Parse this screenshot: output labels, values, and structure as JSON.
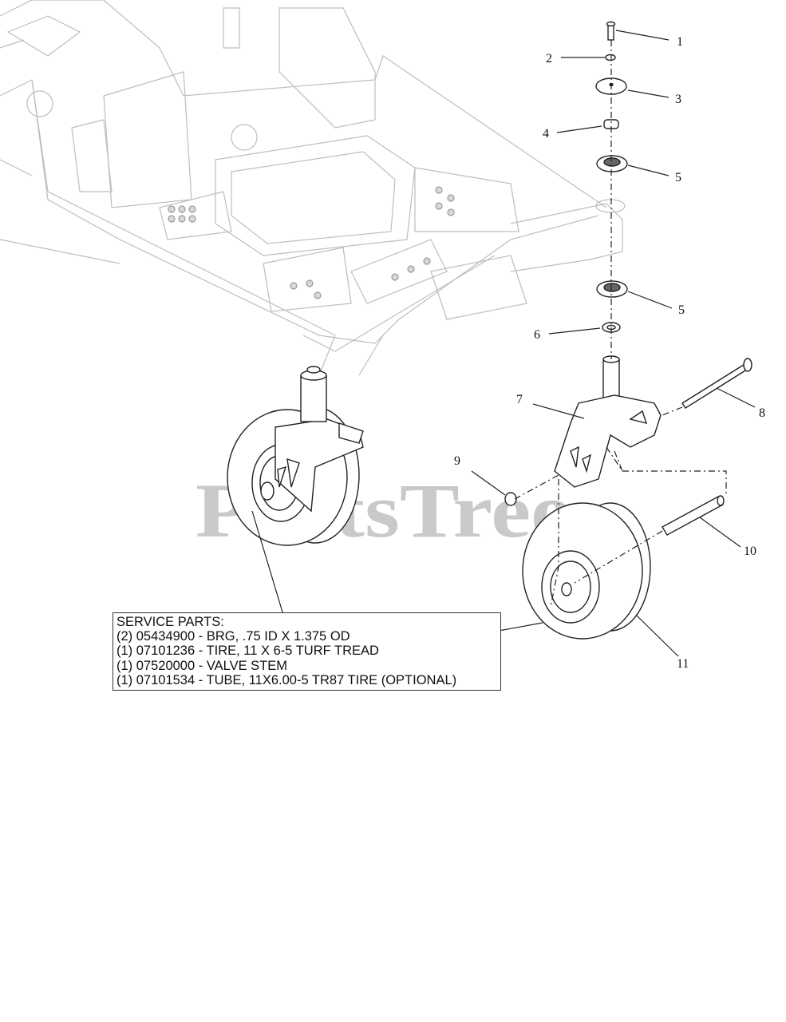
{
  "watermark": "PartsTree",
  "callouts": [
    "1",
    "2",
    "3",
    "4",
    "5",
    "5",
    "6",
    "7",
    "8",
    "9",
    "10",
    "11"
  ],
  "service_parts": {
    "title": "SERVICE PARTS:",
    "items": [
      "(2) 05434900 - BRG, .75 ID X 1.375 OD",
      "(1) 07101236 - TIRE, 11 X 6-5 TURF TREAD",
      "(1) 07520000 - VALVE STEM",
      "(1) 07101534 - TUBE, 11X6.00-5 TR87 TIRE (OPTIONAL)"
    ]
  }
}
